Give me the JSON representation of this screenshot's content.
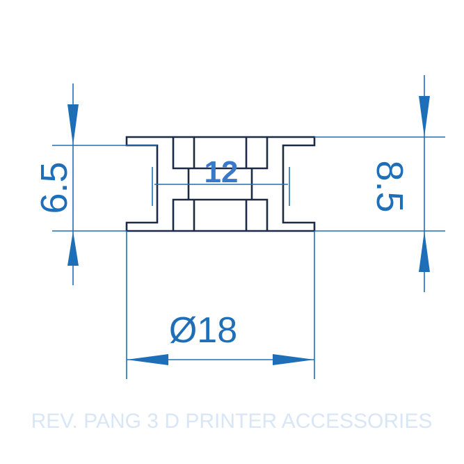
{
  "drawing": {
    "dim_height_left": "6.5",
    "dim_height_right": "8.5",
    "dim_center": "12",
    "dim_diameter": "Ø18",
    "watermark": "REV. PANG 3 D PRINTER ACCESSORIES"
  },
  "colors": {
    "outline": "#1c2b45",
    "dimension": "#1f6fb8",
    "center_label": "#3a78c9"
  }
}
